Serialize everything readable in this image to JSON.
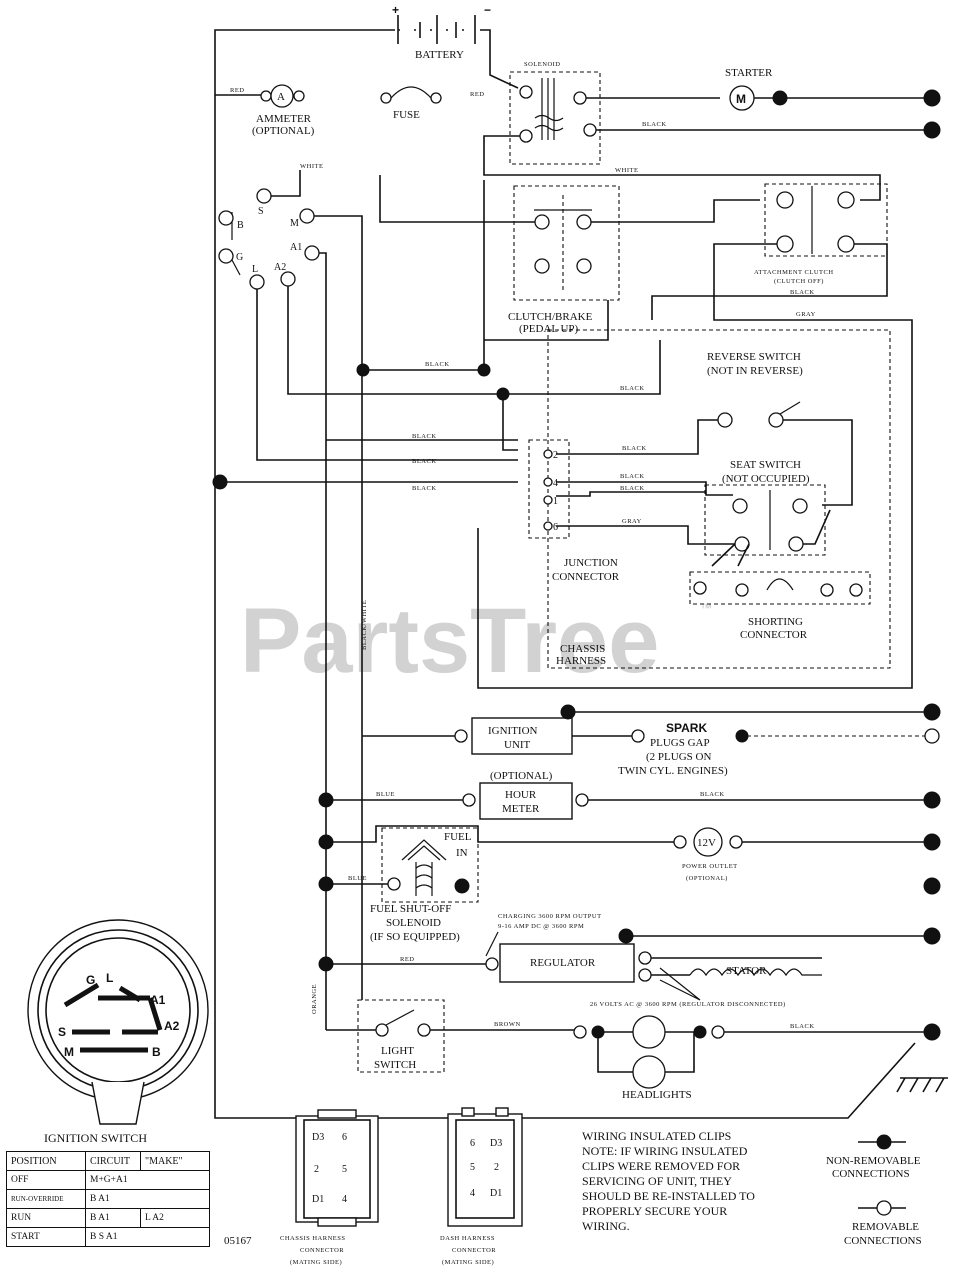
{
  "watermark": {
    "text": "PartsTree",
    "tm": "™"
  },
  "components": {
    "battery": "BATTERY",
    "battery_plus": "+",
    "battery_minus": "−",
    "solenoid": "SOLENOID",
    "starter": "STARTER",
    "starter_symbol": "M",
    "ammeter": "AMMETER",
    "ammeter_optional": "(OPTIONAL)",
    "ammeter_symbol": "A",
    "fuse": "FUSE",
    "clutch_brake": "CLUTCH/BRAKE",
    "clutch_brake_state": "(PEDAL UP)",
    "attachment_clutch": "ATTACHMENT CLUTCH",
    "attachment_clutch_state": "(CLUTCH OFF)",
    "reverse_switch": "REVERSE SWITCH",
    "reverse_switch_state": "(NOT IN REVERSE)",
    "seat_switch": "SEAT SWITCH",
    "seat_switch_state": "(NOT OCCUPIED)",
    "junction_connector_1": "JUNCTION",
    "junction_connector_2": "CONNECTOR",
    "shorting_connector_1": "SHORTING",
    "shorting_connector_2": "CONNECTOR",
    "chassis_harness_1": "CHASSIS",
    "chassis_harness_2": "HARNESS",
    "ignition_unit_1": "IGNITION",
    "ignition_unit_2": "UNIT",
    "spark_1": "SPARK",
    "spark_2": "PLUGS GAP",
    "spark_3": "(2 PLUGS ON",
    "spark_4": "TWIN CYL. ENGINES)",
    "hour_meter_optional": "(OPTIONAL)",
    "hour_meter_1": "HOUR",
    "hour_meter_2": "METER",
    "fuel": "FUEL",
    "fuel_in": "IN",
    "power_outlet_symbol": "12V",
    "power_outlet_1": "POWER OUTLET",
    "power_outlet_2": "(OPTIONAL)",
    "fuel_shutoff_1": "FUEL SHUT-OFF",
    "fuel_shutoff_2": "SOLENOID",
    "fuel_shutoff_3": "(IF SO EQUIPPED)",
    "charging_1": "CHARGING 3600 RPM OUTPUT",
    "charging_2": "9-16 AMP DC @ 3600 RPM",
    "regulator": "REGULATOR",
    "stator": "STATOR",
    "stator_note": "26 VOLTS AC @ 3600 RPM (REGULATOR DISCONNECTED)",
    "light_switch_1": "LIGHT",
    "light_switch_2": "SWITCH",
    "headlights": "HEADLIGHTS"
  },
  "ignition_terminals": {
    "s": "S",
    "b": "B",
    "m": "M",
    "g": "G",
    "a1": "A1",
    "l": "L",
    "a2": "A2"
  },
  "junction_pins": {
    "p1": "2",
    "p2": "4",
    "p3": "1",
    "p4": "6"
  },
  "wire_colors": {
    "red": "RED",
    "red2": "RED",
    "red3": "RED",
    "black": "BLACK",
    "black2": "BLACK",
    "black3": "BLACK",
    "black4": "BLACK",
    "black5": "BLACK",
    "black6": "BLACK",
    "black7": "BLACK",
    "black8": "BLACK",
    "black9": "BLACK",
    "black10": "BLACK",
    "black11": "BLACK",
    "black12": "BLACK",
    "white": "WHITE",
    "white2": "WHITE",
    "gray": "GRAY",
    "gray2": "GRAY",
    "blue": "BLUE",
    "blue2": "BLUE",
    "brown": "BROWN",
    "orange": "ORANGE",
    "black_white": "BLACK/WHITE"
  },
  "ignition_switch": {
    "title": "IGNITION SWITCH",
    "labels": {
      "g": "G",
      "l": "L",
      "a1": "A1",
      "s": "S",
      "a2": "A2",
      "m": "M",
      "b": "B"
    }
  },
  "position_table": {
    "headers": [
      "POSITION",
      "CIRCUIT",
      "\"MAKE\""
    ],
    "rows": [
      [
        "OFF",
        "M+G+A1",
        ""
      ],
      [
        "RUN-OVERRIDE",
        "B  A1",
        ""
      ],
      [
        "RUN",
        "B  A1",
        "L  A2"
      ],
      [
        "START",
        "B  S  A1",
        ""
      ]
    ]
  },
  "part_number": "05167",
  "connectors": {
    "chassis_1": "CHASSIS HARNESS",
    "chassis_2": "CONNECTOR",
    "chassis_3": "(MATING SIDE)",
    "dash_1": "DASH HARNESS",
    "dash_2": "CONNECTOR",
    "dash_3": "(MATING SIDE)",
    "chassis_pins": {
      "d3": "D3",
      "s6": "6",
      "s2": "2",
      "s5": "5",
      "d1": "D1",
      "s4": "4"
    },
    "dash_pins": {
      "s6": "6",
      "d3": "D3",
      "d5": "5",
      "s2": "2",
      "s4": "4",
      "d1": "D1"
    }
  },
  "note": {
    "l1": "WIRING INSULATED CLIPS",
    "l2": "NOTE: IF WIRING INSULATED",
    "l3": "CLIPS WERE REMOVED FOR",
    "l4": "SERVICING OF UNIT, THEY",
    "l5": "SHOULD BE RE-INSTALLED TO",
    "l6": "PROPERLY SECURE YOUR",
    "l7": "WIRING."
  },
  "legend": {
    "non_removable_1": "NON-REMOVABLE",
    "non_removable_2": "CONNECTIONS",
    "removable_1": "REMOVABLE",
    "removable_2": "CONNECTIONS"
  }
}
